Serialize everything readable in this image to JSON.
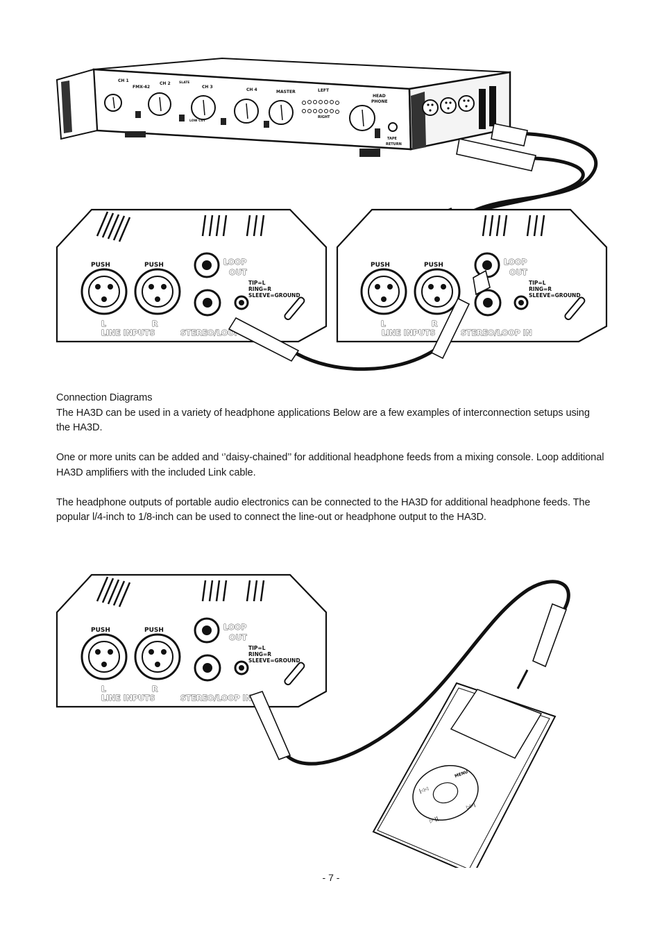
{
  "figure_top": {
    "mixer": {
      "channels": [
        "CH 1",
        "CH 2",
        "CH 3",
        "CH 4"
      ],
      "master_label": "MASTER",
      "left_label": "LEFT",
      "right_label": "RIGHT",
      "head_label": "HEAD",
      "phone_label": "PHONE",
      "model_label": "FMX-42",
      "tape_label": "TAPE",
      "return_label": "RETURN",
      "low_cut_label": "LOW CUT",
      "slate_label": "SLATE"
    },
    "amp_left": {
      "line_inputs": "LINE INPUTS",
      "l": "L",
      "r": "R",
      "push": "PUSH",
      "loop": "LOOP",
      "out": "OUT",
      "tip": "TIP=L",
      "ring": "RING=R",
      "sleeve": "SLEEVE=GROUND",
      "stereo_loop_in": "STEREO/LOOP IN"
    },
    "amp_right": {
      "line_inputs": "LINE INPUTS",
      "l": "L",
      "r": "R",
      "push": "PUSH",
      "loop": "LOOP",
      "out": "OUT",
      "tip": "TIP=L",
      "ring": "RING=R",
      "sleeve": "SLEEVE=GROUND",
      "stereo_loop_in": "STEREO/LOOP IN"
    }
  },
  "text": {
    "heading": "Connection Diagrams",
    "p1": "The HA3D can be used in a variety of headphone applications Below are a few examples of interconnection setups using the HA3D.",
    "p2": "One or more units can be added and ‘’daisy-chained’’ for additional headphone feeds from a mixing console. Loop additional HA3D amplifiers with the included Link cable.",
    "p3": "The headphone outputs of portable audio electronics can be connected to the HA3D for additional headphone feeds. The popular l/4-inch to 1/8-inch can be used to connect the line-out or headphone output to the HA3D."
  },
  "figure_bottom": {
    "amp": {
      "line_inputs": "LINE INPUTS",
      "l": "L",
      "r": "R",
      "push": "PUSH",
      "loop": "LOOP",
      "out": "OUT",
      "tip": "TIP=L",
      "ring": "RING=R",
      "sleeve": "SLEEVE=GROUND",
      "stereo_loop_in": "STEREO/LOOP IN"
    },
    "player": {
      "menu_label": "MENU",
      "prev_label": "|◁◁",
      "next_label": "▷▷|",
      "play_label": "▷ ||"
    }
  },
  "page_number": "- 7 -"
}
